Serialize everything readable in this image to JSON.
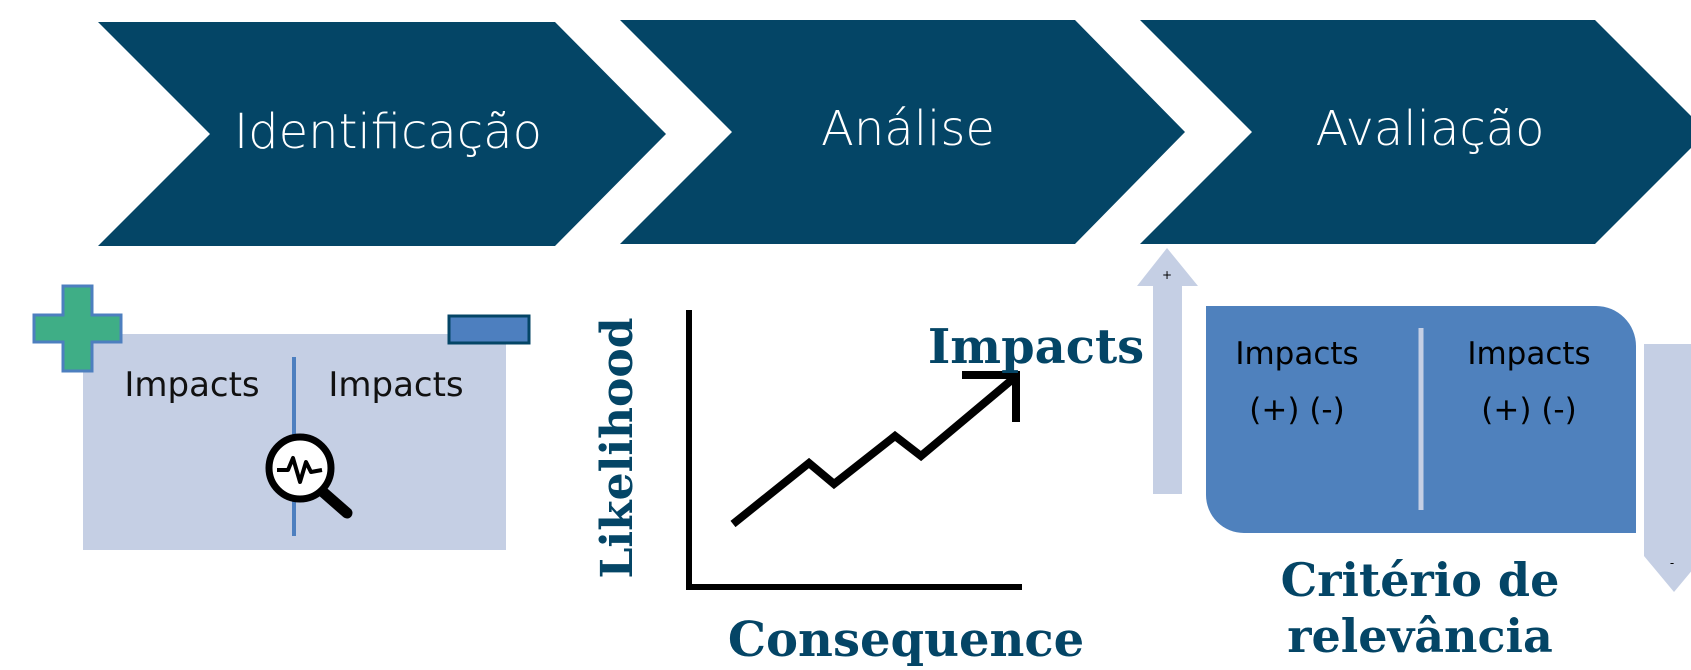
{
  "steps": [
    {
      "label": "Identificação"
    },
    {
      "label": "Análise"
    },
    {
      "label": "Avaliação"
    }
  ],
  "identification": {
    "plus_symbol_color": "#3fae86",
    "minus_symbol_color": "#4d7fbf",
    "panel_color": "#c5cfe4",
    "left_label": "Impacts",
    "right_label": "Impacts"
  },
  "analysis": {
    "y_axis_label": "Likelihood",
    "x_axis_label": "Consequence",
    "arrow_label": "Impacts"
  },
  "evaluation": {
    "up_arrow_symbol": "+",
    "down_arrow_symbol": "-",
    "left_label": "Impacts",
    "left_signs": "(+) (-)",
    "right_label": "Impacts",
    "right_signs": "(+) (-)",
    "criterion_line1": "Critério de",
    "criterion_line2": "relevância"
  },
  "colors": {
    "chevron": "#044566",
    "evaluation_box": "#4f81bd",
    "arrow_light": "#c5cfe4"
  }
}
